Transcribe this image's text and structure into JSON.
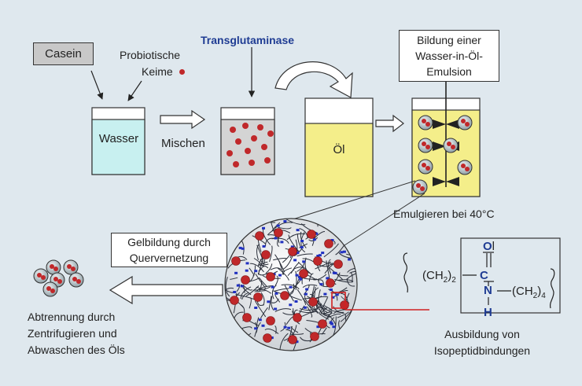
{
  "ingredients": {
    "casein": "Casein",
    "probiotic_line1": "Probiotische",
    "probiotic_line2": "Keime",
    "enzyme": "Transglutaminase"
  },
  "steps": {
    "water": "Wasser",
    "mix": "Mischen",
    "oil": "Öl",
    "emulsion_line1": "Bildung einer",
    "emulsion_line2": "Wasser-in-Öl-",
    "emulsion_line3": "Emulsion",
    "emulsify": "Emulgieren bei 40°C",
    "gel_line1": "Gelbildung durch",
    "gel_line2": "Quervernetzung",
    "separation_line1": "Abtrennung durch",
    "separation_line2": "Zentrifugieren und",
    "separation_line3": "Abwaschen des Öls",
    "isopeptide_line1": "Ausbildung von",
    "isopeptide_line2": "Isopeptidbindungen"
  },
  "chemistry": {
    "ch2_left": "(CH",
    "ch2_left_sub": "2",
    "ch2_left_close": ")",
    "ch2_left_sub2": "2",
    "carbon": "C",
    "oxygen": "O",
    "oxygen_mark": "l",
    "nitrogen": "N",
    "hydrogen": "H",
    "ch2_right": "(CH",
    "ch2_right_sub": "2",
    "ch2_right_close": ")",
    "ch2_right_sub2": "4"
  },
  "colors": {
    "background": "#dfe8ee",
    "water": "#c8f0f0",
    "oil": "#f4ee8a",
    "dots": "#c0282a",
    "enzyme_text": "#1f3c93",
    "crosslink": "#2030c0",
    "highlight": "#d02020"
  }
}
